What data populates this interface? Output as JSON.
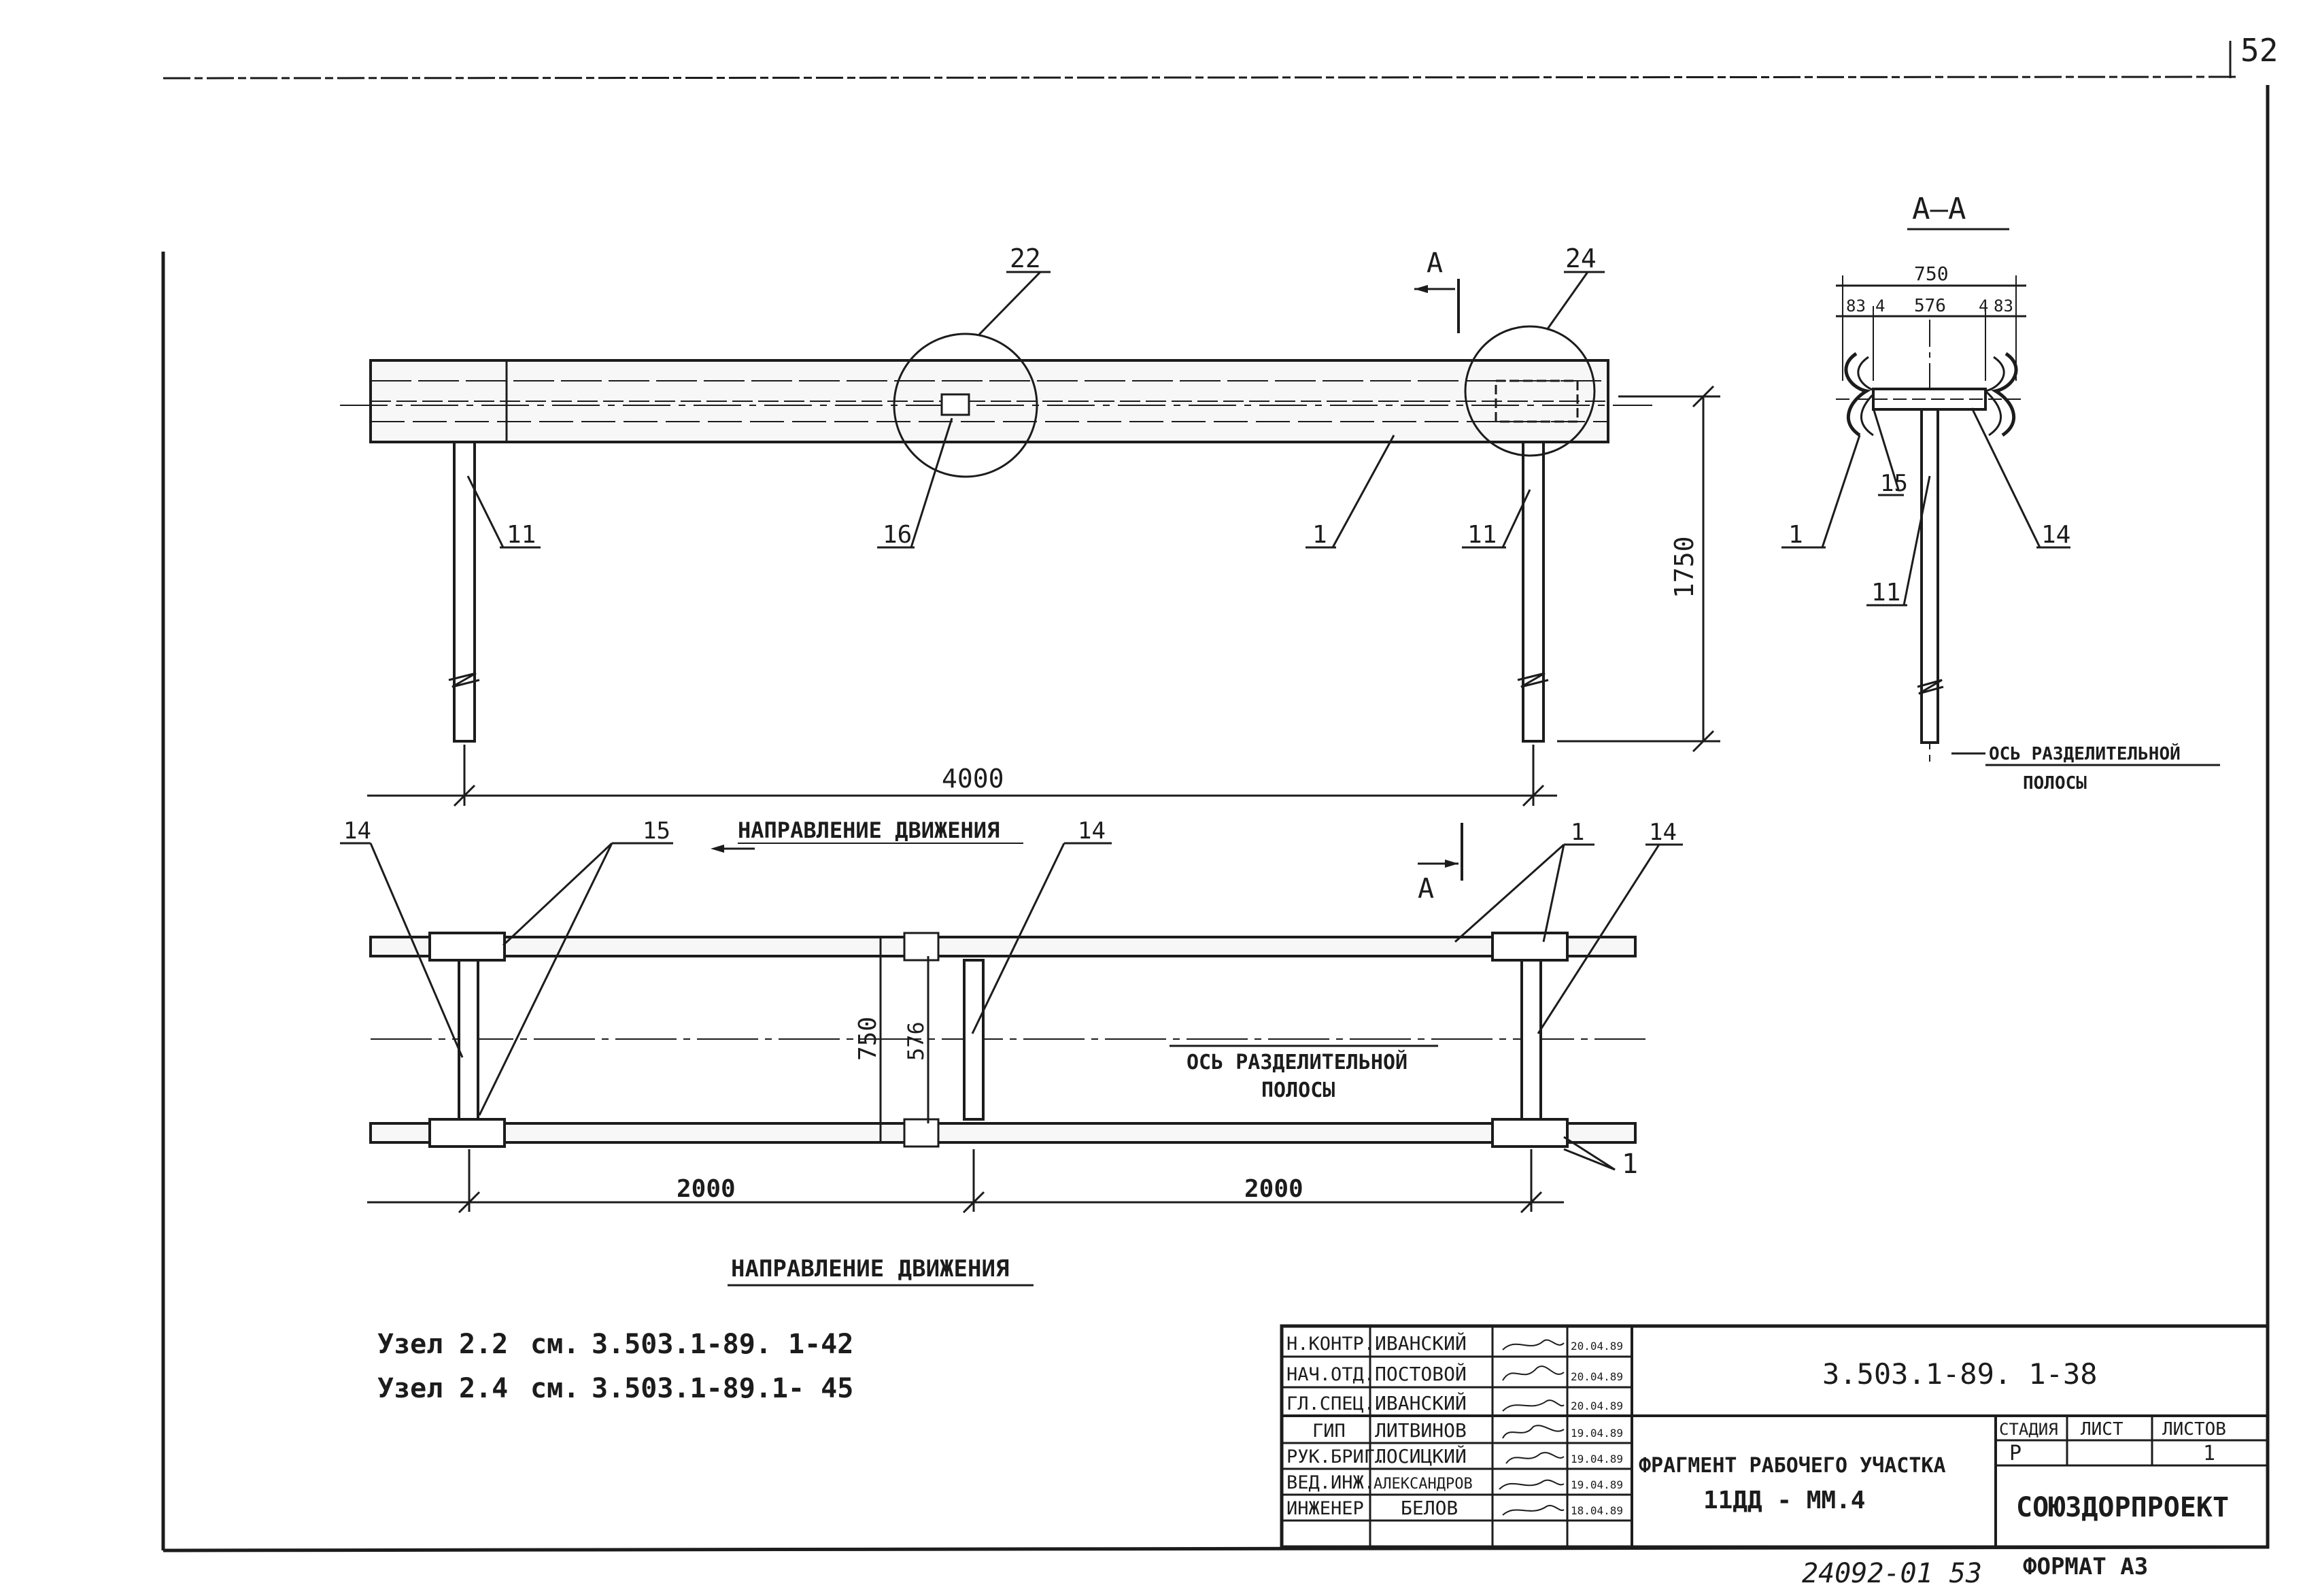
{
  "page_number": "52",
  "section_aa": {
    "title": "A—A",
    "dim_total": "750",
    "dim_left": "83",
    "dim_left2": "4",
    "dim_center": "576",
    "dim_right2": "4",
    "dim_right": "83",
    "label_1": "1",
    "label_15": "15",
    "label_14": "14",
    "label_11": "11",
    "axis_line1": "ОСЬ РАЗДЕЛИТЕЛЬНОЙ",
    "axis_line2": "ПОЛОСЫ"
  },
  "elevation": {
    "node_22": "22",
    "node_24": "24",
    "cut_letter": "А",
    "label_11_left": "11",
    "label_16": "16",
    "label_1": "1",
    "label_11_right": "11",
    "height": "1750",
    "span": "4000"
  },
  "plan": {
    "label_14_left": "14",
    "label_15": "15",
    "direction": "НАПРАВЛЕНИЕ ДВИЖЕНИЯ",
    "label_14_mid": "14",
    "cut_letter": "А",
    "label_1_top": "1",
    "label_14_right": "14",
    "dim_750": "750",
    "dim_576": "576",
    "axis_line1": "ОСЬ РАЗДЕЛИТЕЛЬНОЙ",
    "axis_line2": "ПОЛОСЫ",
    "label_1_bottom": "1",
    "dim_2000_left": "2000",
    "dim_2000_right": "2000"
  },
  "direction_bottom": "НАПРАВЛЕНИЕ ДВИЖЕНИЯ",
  "notes": [
    {
      "node": "Узел",
      "num": "2.2",
      "see": "см.",
      "ref": "3.503.1-89. 1-42"
    },
    {
      "node": "Узел",
      "num": "2.4",
      "see": "см.",
      "ref": "3.503.1-89.1- 45"
    }
  ],
  "title_block": {
    "doc_code": "3.503.1-89. 1-38",
    "staff": [
      {
        "role": "Н.КОНТР.",
        "name": "ИВАНСКИЙ",
        "date": "20.04.89"
      },
      {
        "role": "НАЧ.ОТД.",
        "name": "ПОСТОВОЙ",
        "date": "20.04.89"
      },
      {
        "role": "ГЛ.СПЕЦ.",
        "name": "ИВАНСКИЙ",
        "date": "20.04.89"
      },
      {
        "role": "ГИП",
        "name": "ЛИТВИНОВ",
        "date": "19.04.89"
      },
      {
        "role": "РУК.БРИГ.",
        "name": "ЛОСИЦКИЙ",
        "date": "19.04.89"
      },
      {
        "role": "ВЕД.ИНЖ.",
        "name": "АЛЕКСАНДРОВ",
        "date": "19.04.89"
      },
      {
        "role": "ИНЖЕНЕР",
        "name": "БЕЛОВ",
        "date": "18.04.89"
      }
    ],
    "title_line1": "ФРАГМЕНТ РАБОЧЕГО УЧАСТКА",
    "title_line2": "11ДД - ММ.4",
    "stage_header": "СТАДИЯ",
    "sheet_header": "ЛИСТ",
    "sheets_header": "ЛИСТОВ",
    "stage": "Р",
    "sheets_total": "1",
    "org": "СОЮЗДОРПРОЕКТ",
    "inv_number": "24092-01 53",
    "format": "ФОРМАТ А3"
  }
}
